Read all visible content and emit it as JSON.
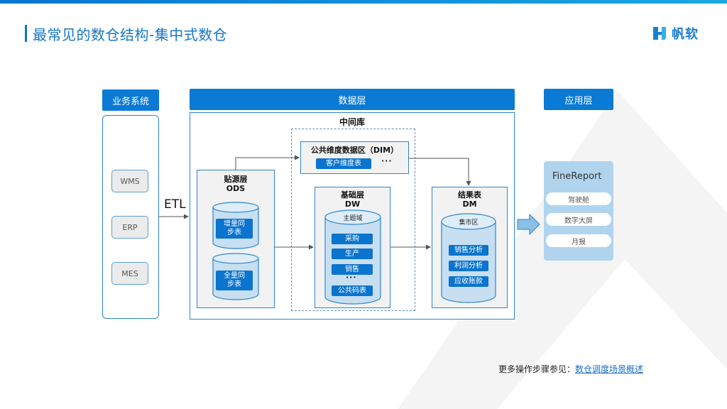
{
  "page": {
    "title": "最常见的数仓结构-集中式数仓",
    "logo_text": "帆软",
    "accent_color": "#0a7ad4"
  },
  "business": {
    "header": "业务系统",
    "systems": [
      "WMS",
      "ERP",
      "MES"
    ]
  },
  "etl_label": "ETL",
  "data_layer": {
    "header": "数据层",
    "middle_db_title": "中间库",
    "dim": {
      "title": "公共维度数据区（DIM）",
      "chip": "客户维度表",
      "more": "···"
    },
    "ods": {
      "title": "贴源层",
      "subtitle": "ODS",
      "tables": [
        "增量同步表",
        "全量同步表"
      ],
      "table_lines": [
        [
          "增量同",
          "步表"
        ],
        [
          "全量同",
          "步表"
        ]
      ]
    },
    "dw": {
      "title": "基础层",
      "subtitle": "DW",
      "cylinder_label": "主题域",
      "chips": [
        "采购",
        "生产",
        "销售"
      ],
      "more": "···",
      "last_chip": "公共码表"
    },
    "dm": {
      "title": "结果表",
      "subtitle": "DM",
      "cylinder_label": "集市区",
      "chips": [
        "销售分析",
        "利润分析",
        "应收账款"
      ]
    }
  },
  "app_layer": {
    "header": "应用层",
    "product": "FineReport",
    "items": [
      "驾驶舱",
      "数字大屏",
      "月报"
    ]
  },
  "footer": {
    "prefix": "更多操作步骤参见：",
    "link_text": "数仓调度场景概述"
  }
}
